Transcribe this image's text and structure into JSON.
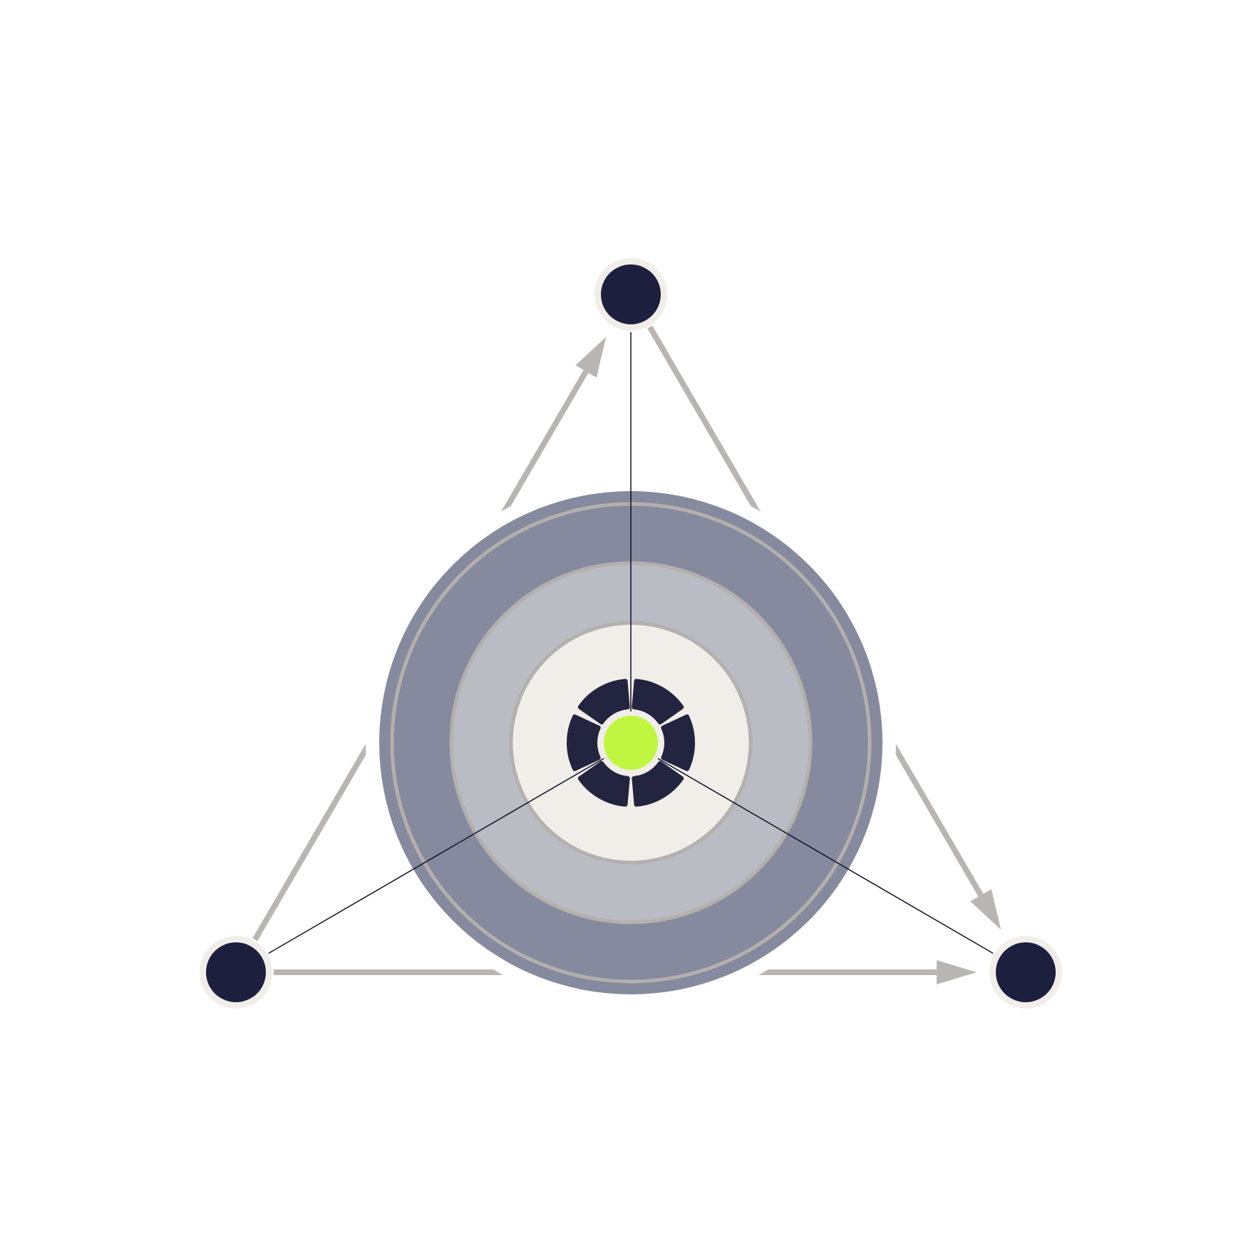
{
  "colors": {
    "background": "#ffffff",
    "node_fill": "#1d1f3f",
    "node_ring": "#f1eee9",
    "edge": "#b8b5b2",
    "spoke": "#0f1025",
    "outer_band": "#858a9e",
    "middle_band": "#b9bcc3",
    "inner_disc": "#f1eee9",
    "ring_stroke": "#b3b0ad",
    "segment": "#23243f",
    "center": "#c0f540"
  },
  "icons": {
    "hub": "segmented-ring-icon",
    "node": "filled-circle-icon"
  },
  "diagram": {
    "type": "triangle-hub",
    "outer_nodes": [
      "top",
      "bottom-left",
      "bottom-right"
    ],
    "edges": [
      {
        "from": "bottom-left",
        "to": "top",
        "arrow": true
      },
      {
        "from": "top",
        "to": "bottom-right",
        "arrow": true
      },
      {
        "from": "bottom-left",
        "to": "bottom-right",
        "arrow": true
      }
    ],
    "hub_segments": 6
  }
}
